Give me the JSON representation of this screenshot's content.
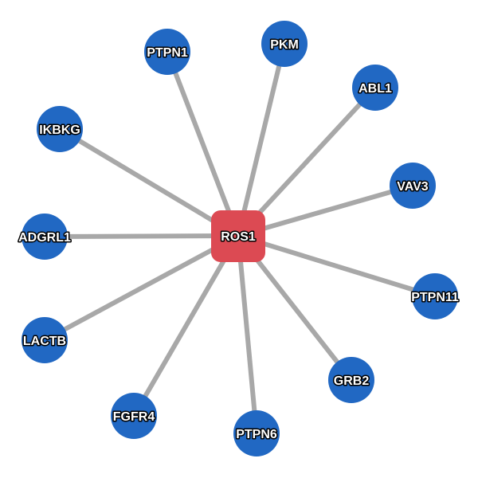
{
  "network": {
    "hub": {
      "label": "ROS1",
      "color": "#dc4a53"
    },
    "partner_color": "#2168c3",
    "edge_color": "#a8a8a8",
    "partners": [
      {
        "id": "pkm",
        "label": "PKM"
      },
      {
        "id": "abl1",
        "label": "ABL1"
      },
      {
        "id": "vav3",
        "label": "VAV3"
      },
      {
        "id": "ptpn11",
        "label": "PTPN11"
      },
      {
        "id": "grb2",
        "label": "GRB2"
      },
      {
        "id": "ptpn6",
        "label": "PTPN6"
      },
      {
        "id": "fgfr4",
        "label": "FGFR4"
      },
      {
        "id": "lactb",
        "label": "LACTB"
      },
      {
        "id": "adgrl1",
        "label": "ADGRL1"
      },
      {
        "id": "ikbkg",
        "label": "IKBKG"
      },
      {
        "id": "ptpn1",
        "label": "PTPN1"
      }
    ]
  }
}
